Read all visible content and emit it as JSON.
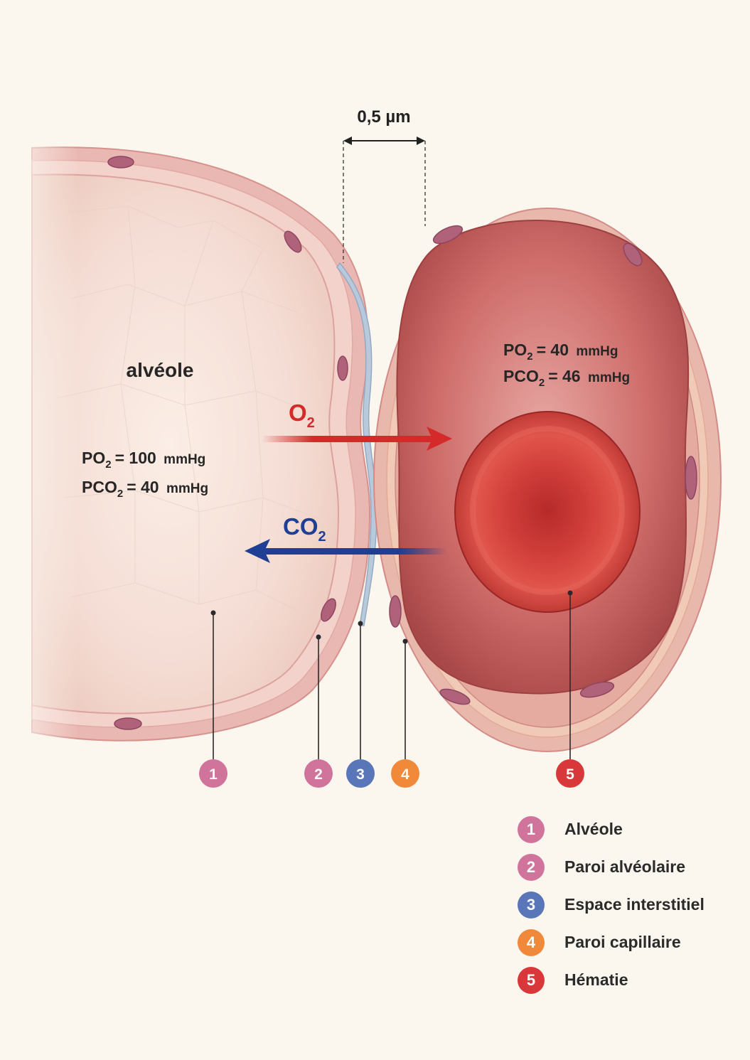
{
  "measure": {
    "label": "0,5 µm"
  },
  "alveole": {
    "title": "alvéole",
    "po2": {
      "prefix": "PO",
      "sub": "2",
      "value": "= 100",
      "unit": "mmHg"
    },
    "pco2": {
      "prefix": "PCO",
      "sub": "2",
      "value": "= 40",
      "unit": "mmHg"
    }
  },
  "capillary": {
    "po2": {
      "prefix": "PO",
      "sub": "2",
      "value": "= 40",
      "unit": "mmHg"
    },
    "pco2": {
      "prefix": "PCO",
      "sub": "2",
      "value": "= 46",
      "unit": "mmHg"
    }
  },
  "arrows": {
    "o2": {
      "prefix": "O",
      "sub": "2",
      "color": "#d42a2a"
    },
    "co2": {
      "prefix": "CO",
      "sub": "2",
      "color": "#1f3f94"
    }
  },
  "markers": [
    {
      "num": "1",
      "color": "#d0749c"
    },
    {
      "num": "2",
      "color": "#d0749c"
    },
    {
      "num": "3",
      "color": "#5876b8"
    },
    {
      "num": "4",
      "color": "#f08a3a"
    },
    {
      "num": "5",
      "color": "#d9383a"
    }
  ],
  "legend": [
    {
      "num": "1",
      "label": "Alvéole",
      "color": "#d0749c"
    },
    {
      "num": "2",
      "label": "Paroi alvéolaire",
      "color": "#d0749c"
    },
    {
      "num": "3",
      "label": "Espace interstitiel",
      "color": "#5876b8"
    },
    {
      "num": "4",
      "label": "Paroi capillaire",
      "color": "#f08a3a"
    },
    {
      "num": "5",
      "label": "Hématie",
      "color": "#d9383a"
    }
  ]
}
